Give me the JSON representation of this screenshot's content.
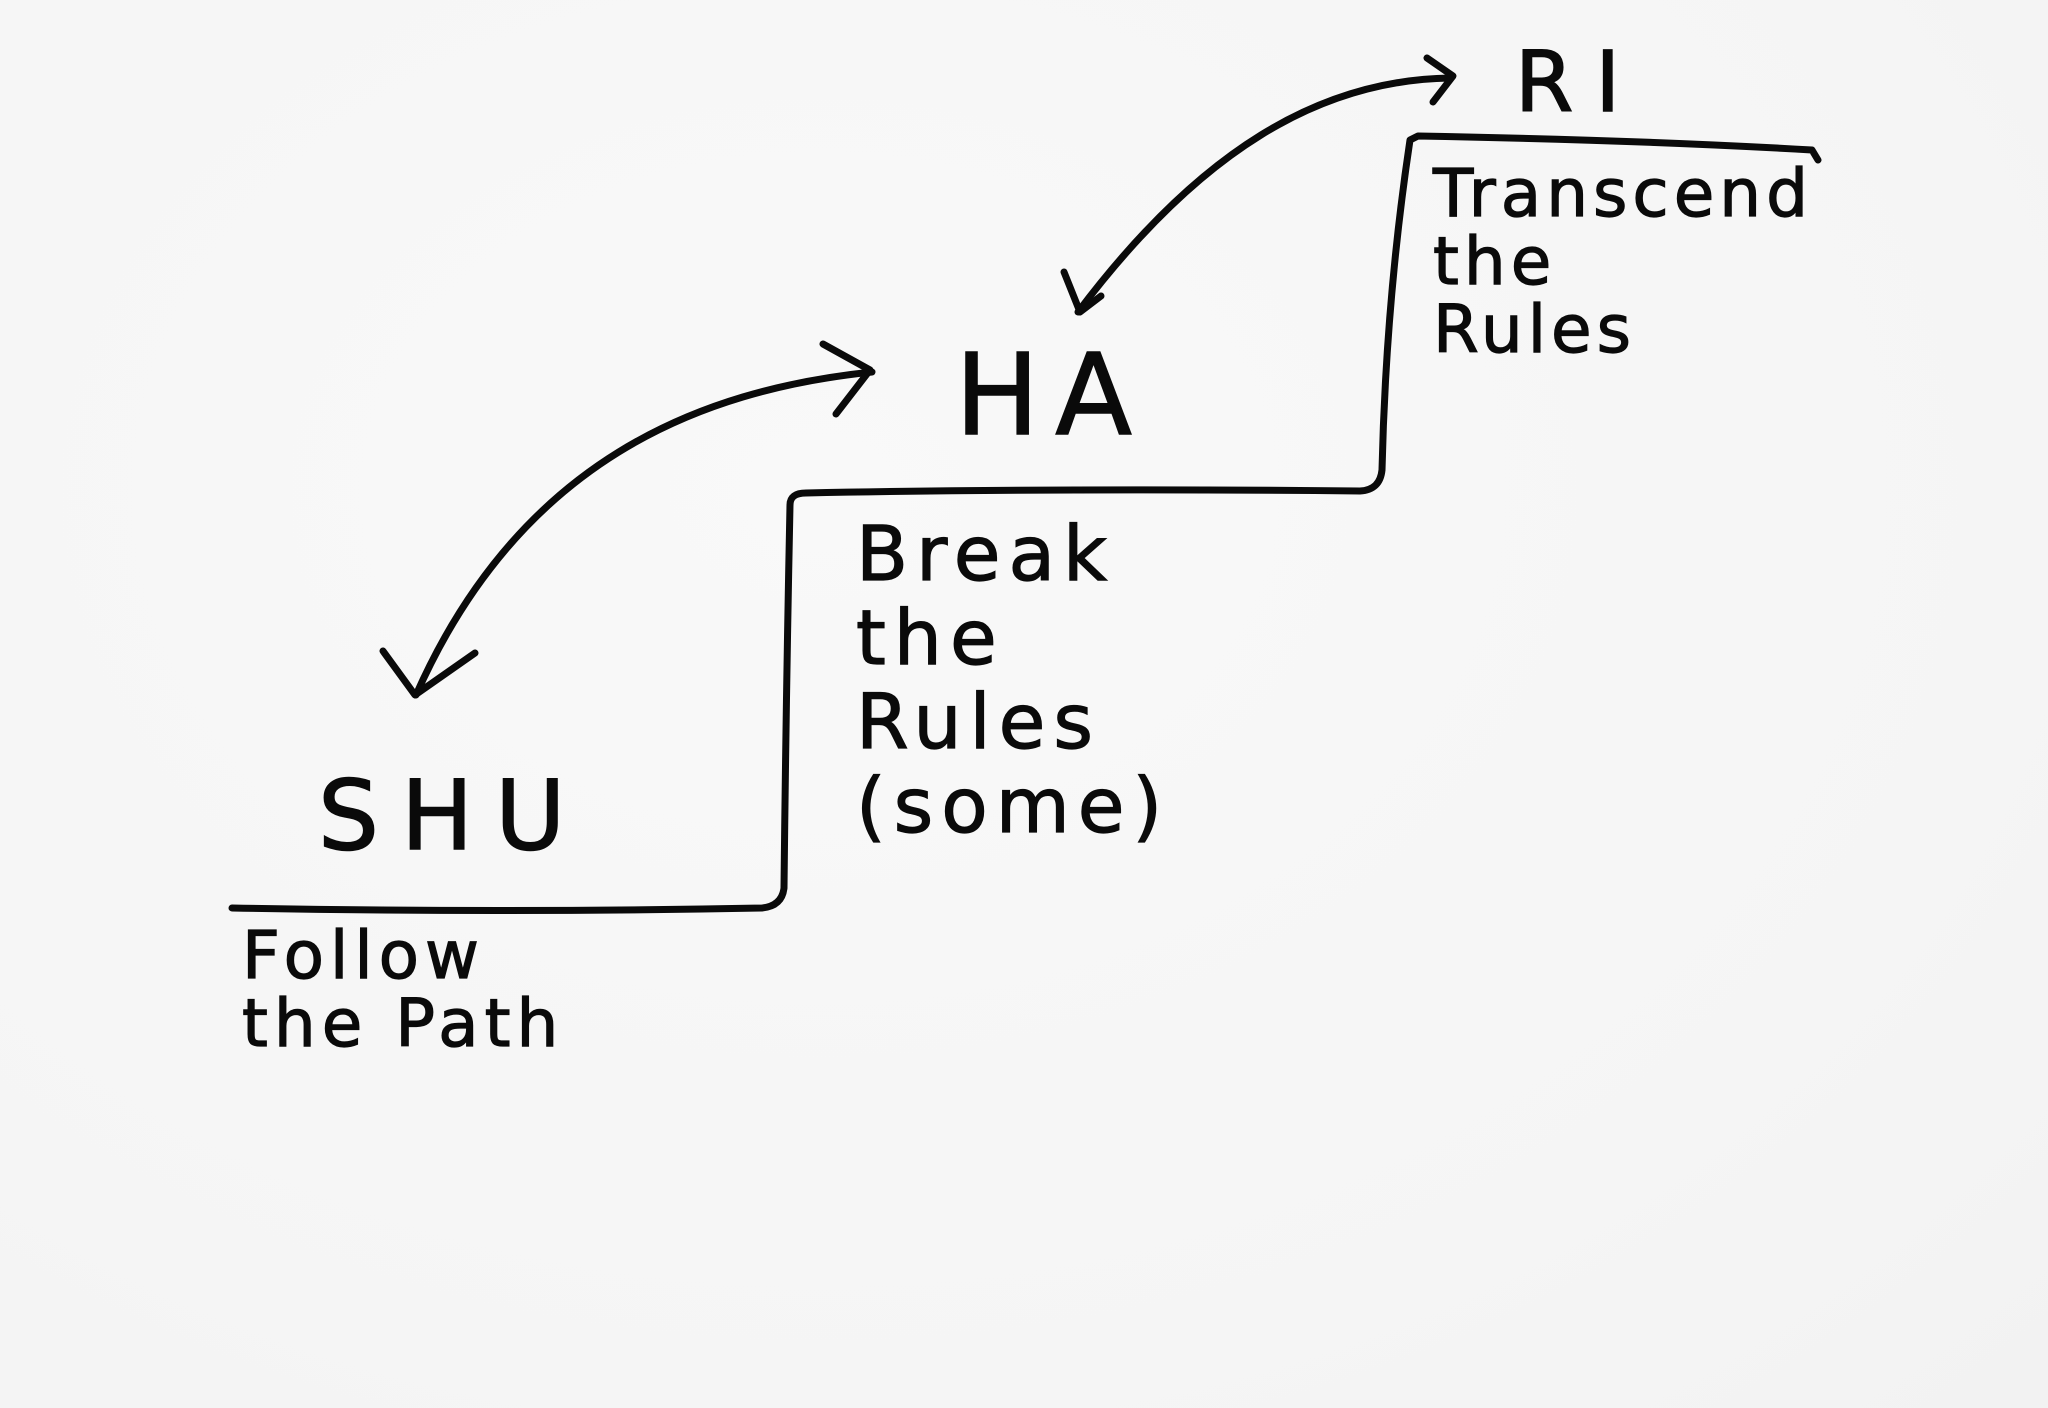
{
  "stages": [
    {
      "id": "shu",
      "title": "SHU",
      "description": [
        "Follow",
        "the Path"
      ]
    },
    {
      "id": "ha",
      "title": "HA",
      "description": [
        "Break",
        "the",
        "Rules",
        "(some)"
      ]
    },
    {
      "id": "ri",
      "title": "RI",
      "description": [
        "Transcend",
        "the",
        "Rules"
      ]
    }
  ],
  "style": {
    "ink_color": "#0a0a0a",
    "paper_color": "#f7f7f7"
  }
}
